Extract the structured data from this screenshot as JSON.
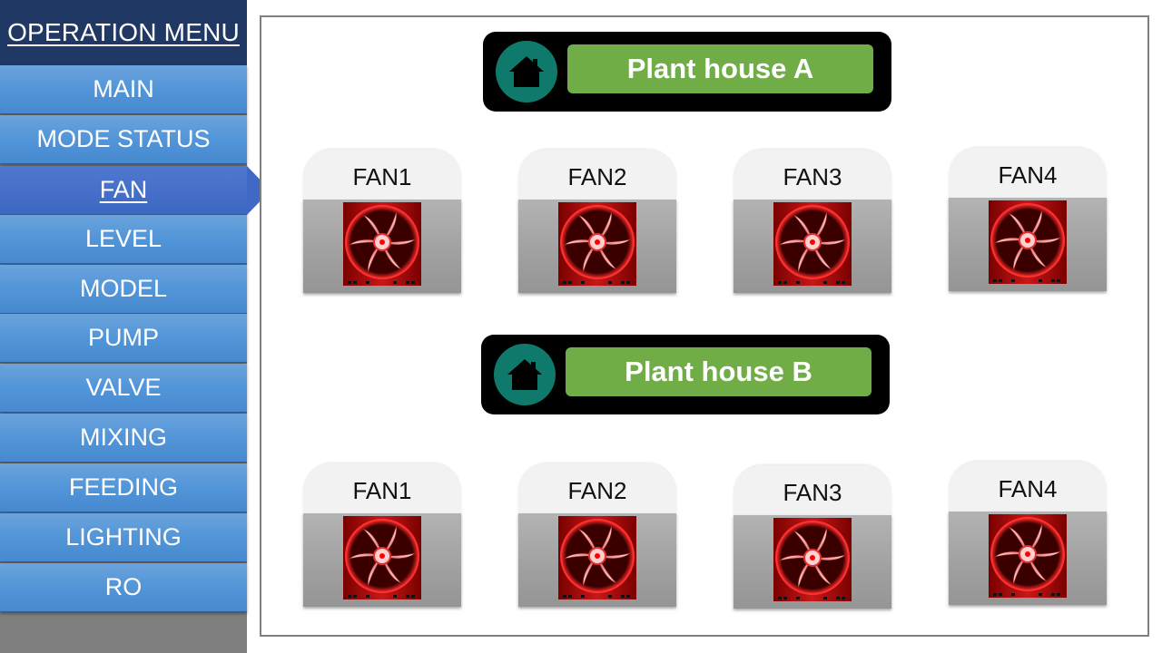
{
  "sidebar": {
    "title": "OPERATION MENU",
    "items": [
      {
        "label": "MAIN",
        "active": false
      },
      {
        "label": "MODE STATUS",
        "active": false
      },
      {
        "label": "FAN",
        "active": true
      },
      {
        "label": "LEVEL",
        "active": false
      },
      {
        "label": "MODEL",
        "active": false
      },
      {
        "label": "PUMP",
        "active": false
      },
      {
        "label": "VALVE",
        "active": false
      },
      {
        "label": "MIXING",
        "active": false
      },
      {
        "label": "FEEDING",
        "active": false
      },
      {
        "label": "LIGHTING",
        "active": false
      },
      {
        "label": "RO",
        "active": false
      }
    ]
  },
  "houses": [
    {
      "label": "Plant house A",
      "icon": "house-icon",
      "fans": [
        {
          "label": "FAN1",
          "icon": "fan-icon",
          "status": "red"
        },
        {
          "label": "FAN2",
          "icon": "fan-icon",
          "status": "red"
        },
        {
          "label": "FAN3",
          "icon": "fan-icon",
          "status": "red"
        },
        {
          "label": "FAN4",
          "icon": "fan-icon",
          "status": "red"
        }
      ]
    },
    {
      "label": "Plant house B",
      "icon": "house-icon",
      "fans": [
        {
          "label": "FAN1",
          "icon": "fan-icon",
          "status": "red"
        },
        {
          "label": "FAN2",
          "icon": "fan-icon",
          "status": "red"
        },
        {
          "label": "FAN3",
          "icon": "fan-icon",
          "status": "red"
        },
        {
          "label": "FAN4",
          "icon": "fan-icon",
          "status": "red"
        }
      ]
    }
  ],
  "colors": {
    "menu_title_bg": "#1f3864",
    "menu_item_bg": "#5295d8",
    "menu_active_bg": "#3f69c4",
    "house_label_bg": "#70ad47",
    "house_icon_bg": "#0f7a6c",
    "fan_status": "#c00000"
  }
}
